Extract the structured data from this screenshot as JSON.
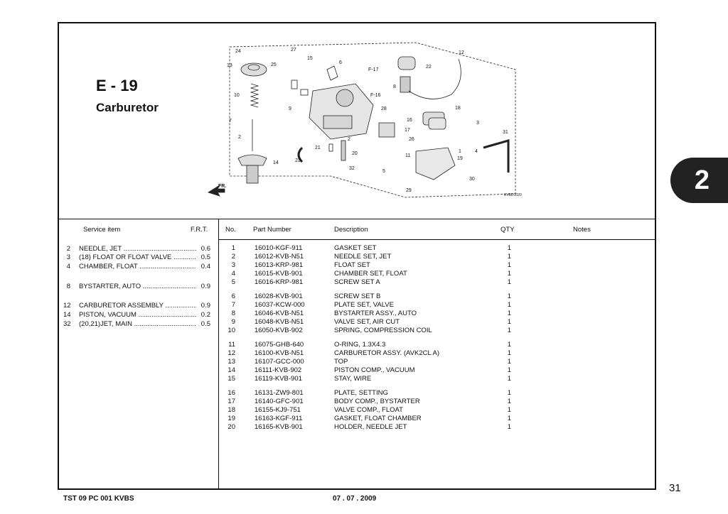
{
  "section": {
    "code": "E - 19",
    "title": "Carburetor",
    "tab": "2"
  },
  "diagram": {
    "labels": [
      "24",
      "27",
      "15",
      "6",
      "12",
      "13",
      "25",
      "F-17",
      "22",
      "10",
      "F-16",
      "8",
      "9",
      "28",
      "18",
      "7",
      "16",
      "3",
      "17",
      "2",
      "26",
      "31",
      "21",
      "2",
      "1",
      "4",
      "20",
      "11",
      "19",
      "23",
      "14",
      "32",
      "5",
      "30",
      "29"
    ],
    "direction_arrow": "FR.",
    "drawing_code": "KVBD1020"
  },
  "service_table": {
    "headers": {
      "item": "Service item",
      "frt": "F.R.T."
    },
    "rows": [
      {
        "no": "2",
        "label": "NEEDLE, JET",
        "value": "0.6"
      },
      {
        "no": "3",
        "label": "(18) FLOAT OR FLOAT VALVE",
        "value": "0.5"
      },
      {
        "no": "4",
        "label": "CHAMBER, FLOAT",
        "value": "0.4"
      },
      {
        "no": "8",
        "label": "BYSTARTER, AUTO",
        "value": "0.9"
      },
      {
        "no": "12",
        "label": "CARBURETOR ASSEMBLY",
        "value": "0.9"
      },
      {
        "no": "14",
        "label": "PISTON, VACUUM",
        "value": "0.2"
      },
      {
        "no": "32",
        "label": "(20,21)JET, MAIN",
        "value": "0.5"
      }
    ]
  },
  "parts_table": {
    "headers": {
      "no": "No.",
      "part_number": "Part Number",
      "description": "Description",
      "qty": "QTY",
      "notes": "Notes"
    },
    "rows": [
      {
        "no": "1",
        "pn": "16010-KGF-911",
        "desc": "GASKET SET",
        "qty": "1"
      },
      {
        "no": "2",
        "pn": "16012-KVB-N51",
        "desc": "NEEDLE SET, JET",
        "qty": "1"
      },
      {
        "no": "3",
        "pn": "16013-KRP-981",
        "desc": "FLOAT SET",
        "qty": "1"
      },
      {
        "no": "4",
        "pn": "16015-KVB-901",
        "desc": "CHAMBER SET, FLOAT",
        "qty": "1"
      },
      {
        "no": "5",
        "pn": "16016-KRP-981",
        "desc": "SCREW SET A",
        "qty": "1"
      },
      {
        "no": "6",
        "pn": "16028-KVB-901",
        "desc": "SCREW SET B",
        "qty": "1"
      },
      {
        "no": "7",
        "pn": "16037-KCW-000",
        "desc": "PLATE SET, VALVE",
        "qty": "1"
      },
      {
        "no": "8",
        "pn": "16046-KVB-N51",
        "desc": "BYSTARTER ASSY., AUTO",
        "qty": "1"
      },
      {
        "no": "9",
        "pn": "16048-KVB-N51",
        "desc": "VALVE SET, AIR CUT",
        "qty": "1"
      },
      {
        "no": "10",
        "pn": "16050-KVB-902",
        "desc": "SPRING, COMPRESSION COIL",
        "qty": "1"
      },
      {
        "no": "11",
        "pn": "16075-GHB-640",
        "desc": "O-RING, 1.3X4.3",
        "qty": "1"
      },
      {
        "no": "12",
        "pn": "16100-KVB-N51",
        "desc": "CARBURETOR ASSY. (AVK2CL A)",
        "qty": "1"
      },
      {
        "no": "13",
        "pn": "16107-GCC-000",
        "desc": "TOP",
        "qty": "1"
      },
      {
        "no": "14",
        "pn": "16111-KVB-902",
        "desc": "PISTON COMP., VACUUM",
        "qty": "1"
      },
      {
        "no": "15",
        "pn": "16119-KVB-901",
        "desc": "STAY, WIRE",
        "qty": "1"
      },
      {
        "no": "16",
        "pn": "16131-ZW9-801",
        "desc": "PLATE, SETTING",
        "qty": "1"
      },
      {
        "no": "17",
        "pn": "16140-GFC-901",
        "desc": "BODY COMP., BYSTARTER",
        "qty": "1"
      },
      {
        "no": "18",
        "pn": "16155-KJ9-751",
        "desc": "VALVE COMP., FLOAT",
        "qty": "1"
      },
      {
        "no": "19",
        "pn": "16163-KGF-911",
        "desc": "GASKET, FLOAT CHAMBER",
        "qty": "1"
      },
      {
        "no": "20",
        "pn": "16165-KVB-901",
        "desc": "HOLDER, NEEDLE JET",
        "qty": "1"
      }
    ]
  },
  "footer": {
    "catalog": "TST 09 PC 001 KVBS",
    "date": "07 . 07 . 2009",
    "page": "31"
  }
}
